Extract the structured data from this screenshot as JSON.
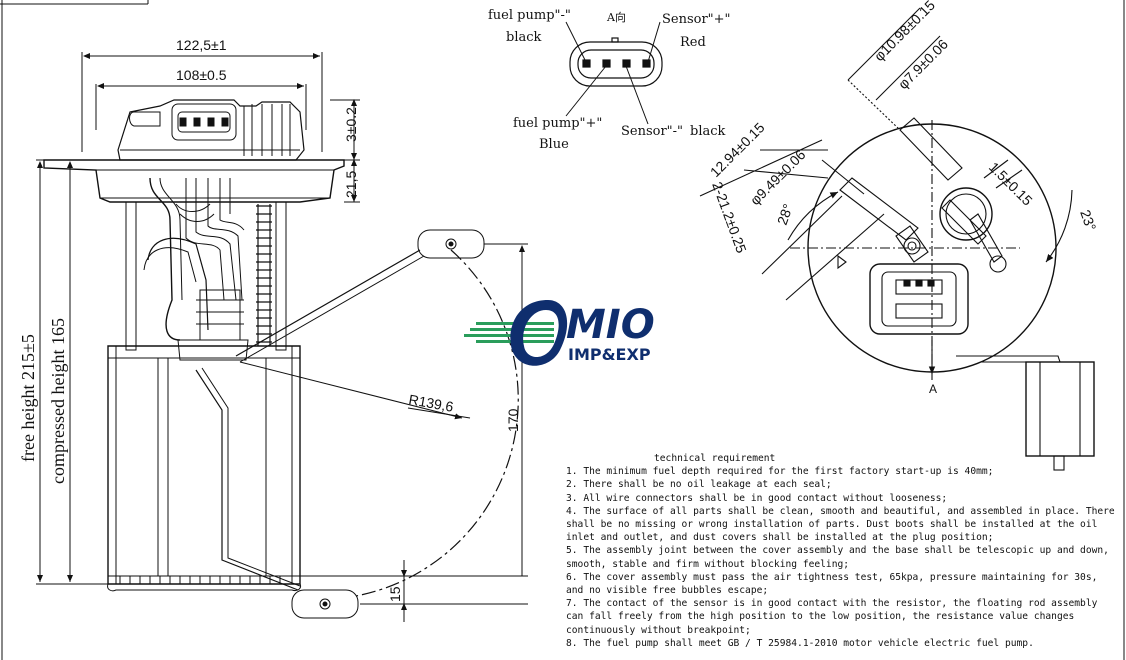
{
  "dimensions": {
    "width_outer": "122,5±1",
    "width_inner": "108±0.5",
    "flange_thickness": "3±0.2",
    "flange_height": "21,5",
    "free_height": "free height 215±5",
    "compressed_height": "compressed height 165",
    "float_radius": "R139,6",
    "height_170": "170",
    "bottom_15": "15",
    "d_outer": "φ10.98±0.15",
    "d_inner": "φ7.9±0.06",
    "d_949": "φ9.49±0.06",
    "len_1294": "12.94±0.15",
    "len_212": "2-21.2±0.25",
    "angle_28": "28°",
    "angle_23": "23°",
    "pin_15": "1.5±0.15",
    "section_a": "A"
  },
  "connector": {
    "view_label": "A向",
    "pin1_label": "fuel pump\"-\"",
    "pin1_color": "black",
    "pin2_label": "Sensor\"+\"",
    "pin2_color": "Red",
    "pin3_label": "fuel pump\"+\"",
    "pin3_color": "Blue",
    "pin4_label": "Sensor\"-\"",
    "pin4_color": "black"
  },
  "logo": {
    "name": "MIO",
    "sub": "IMP&EXP",
    "accent_color": "#2a9d5b",
    "brand_color": "#0f2e6e"
  },
  "technical": {
    "title": "technical requirement",
    "items": [
      "1. The minimum fuel depth required for the first factory start-up is 40mm;",
      "2. There shall be no oil leakage at each seal;",
      "3. All wire connectors shall be in good contact without looseness;",
      "4. The surface of all parts shall be clean, smooth and beautiful, and assembled in place. There shall be no missing or wrong installation of parts. Dust boots shall be installed at the oil inlet and outlet, and dust covers shall be installed at the plug position;",
      "5. The assembly joint between the cover assembly and the base shall be telescopic up and down, smooth, stable and firm without blocking feeling;",
      "6. The cover assembly must pass the air tightness test, 65kpa, pressure maintaining for 30s, and no visible free bubbles escape;",
      "7. The contact of the sensor is in good contact with the resistor, the floating rod assembly can fall freely from the high position to the low position, the resistance value changes continuously without breakpoint;",
      "8. The fuel pump shall meet GB / T 25984.1-2010 motor vehicle electric fuel pump."
    ]
  }
}
